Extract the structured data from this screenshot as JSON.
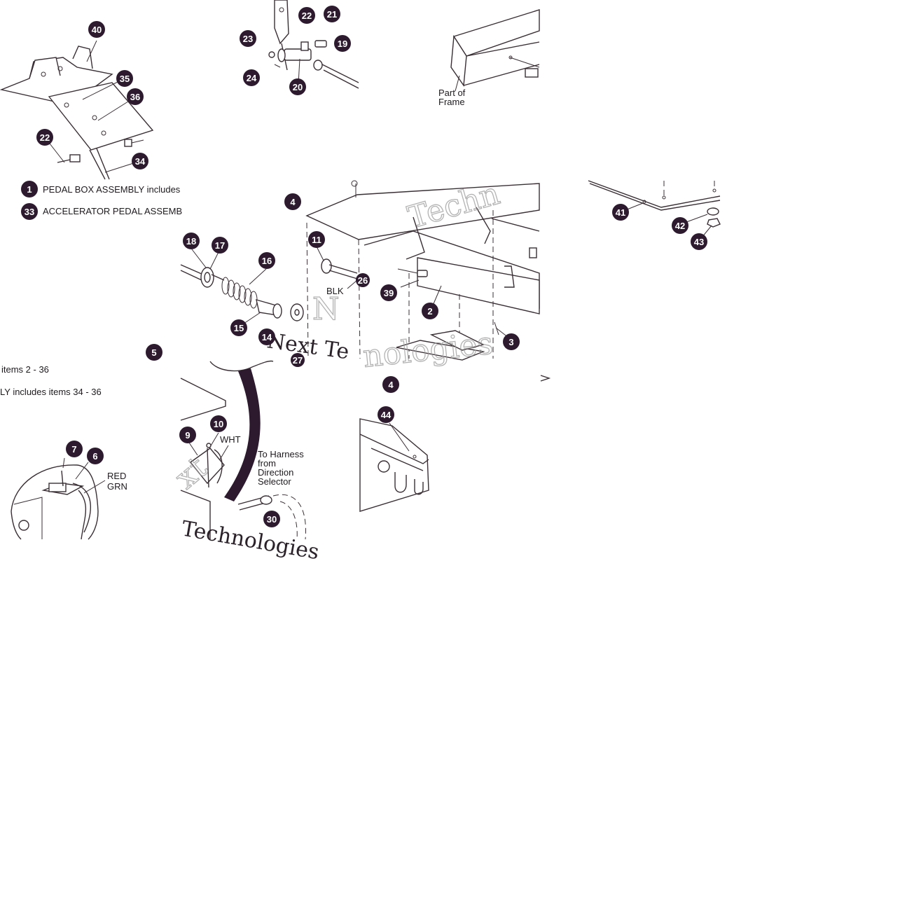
{
  "watermark": {
    "a": "Techn",
    "b": "Next Te",
    "c": "nologies",
    "d": "Technologies",
    "e": "xt",
    "f": "N"
  },
  "legend": {
    "pedal_box": "PEDAL BOX ASSEMBLY includes",
    "accelerator": "ACCELERATOR PEDAL ASSEMB",
    "items_2_36": "items 2 - 36",
    "items_34_36": "LY includes items 34 - 36"
  },
  "labels": {
    "part_of": "Part of",
    "frame": "Frame",
    "blk": "BLK",
    "wht": "WHT",
    "red": "RED",
    "grn": "GRN",
    "harness_1": "To Harness",
    "harness_2": "from",
    "harness_3": "Direction",
    "harness_4": "Selector"
  },
  "callouts": [
    "40",
    "35",
    "36",
    "22",
    "34",
    "1",
    "33",
    "22",
    "21",
    "23",
    "19",
    "24",
    "20",
    "4",
    "18",
    "17",
    "16",
    "11",
    "26",
    "39",
    "2",
    "15",
    "14",
    "3",
    "5",
    "27",
    "4",
    "44",
    "41",
    "42",
    "43",
    "9",
    "10",
    "7",
    "6",
    "30"
  ]
}
